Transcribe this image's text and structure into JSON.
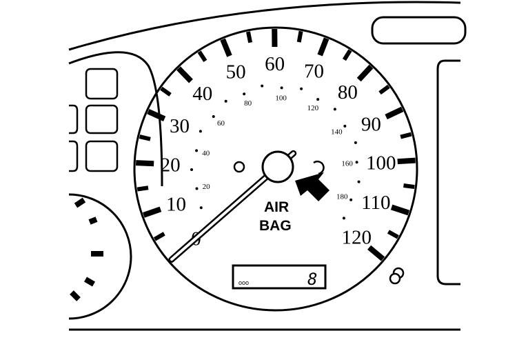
{
  "speedometer": {
    "mph_labels": [
      "0",
      "10",
      "20",
      "30",
      "40",
      "50",
      "60",
      "70",
      "80",
      "90",
      "100",
      "110",
      "120"
    ],
    "kmh_labels": [
      "20",
      "40",
      "60",
      "80",
      "100",
      "120",
      "140",
      "160",
      "180"
    ],
    "mph_min": 0,
    "mph_max": 120,
    "needle_value_mph": 0
  },
  "airbag": {
    "line1": "AIR",
    "line2": "BAG"
  },
  "odometer": {
    "label": "ooo",
    "value": "8"
  },
  "colors": {
    "ink": "#000000",
    "background": "#ffffff"
  }
}
